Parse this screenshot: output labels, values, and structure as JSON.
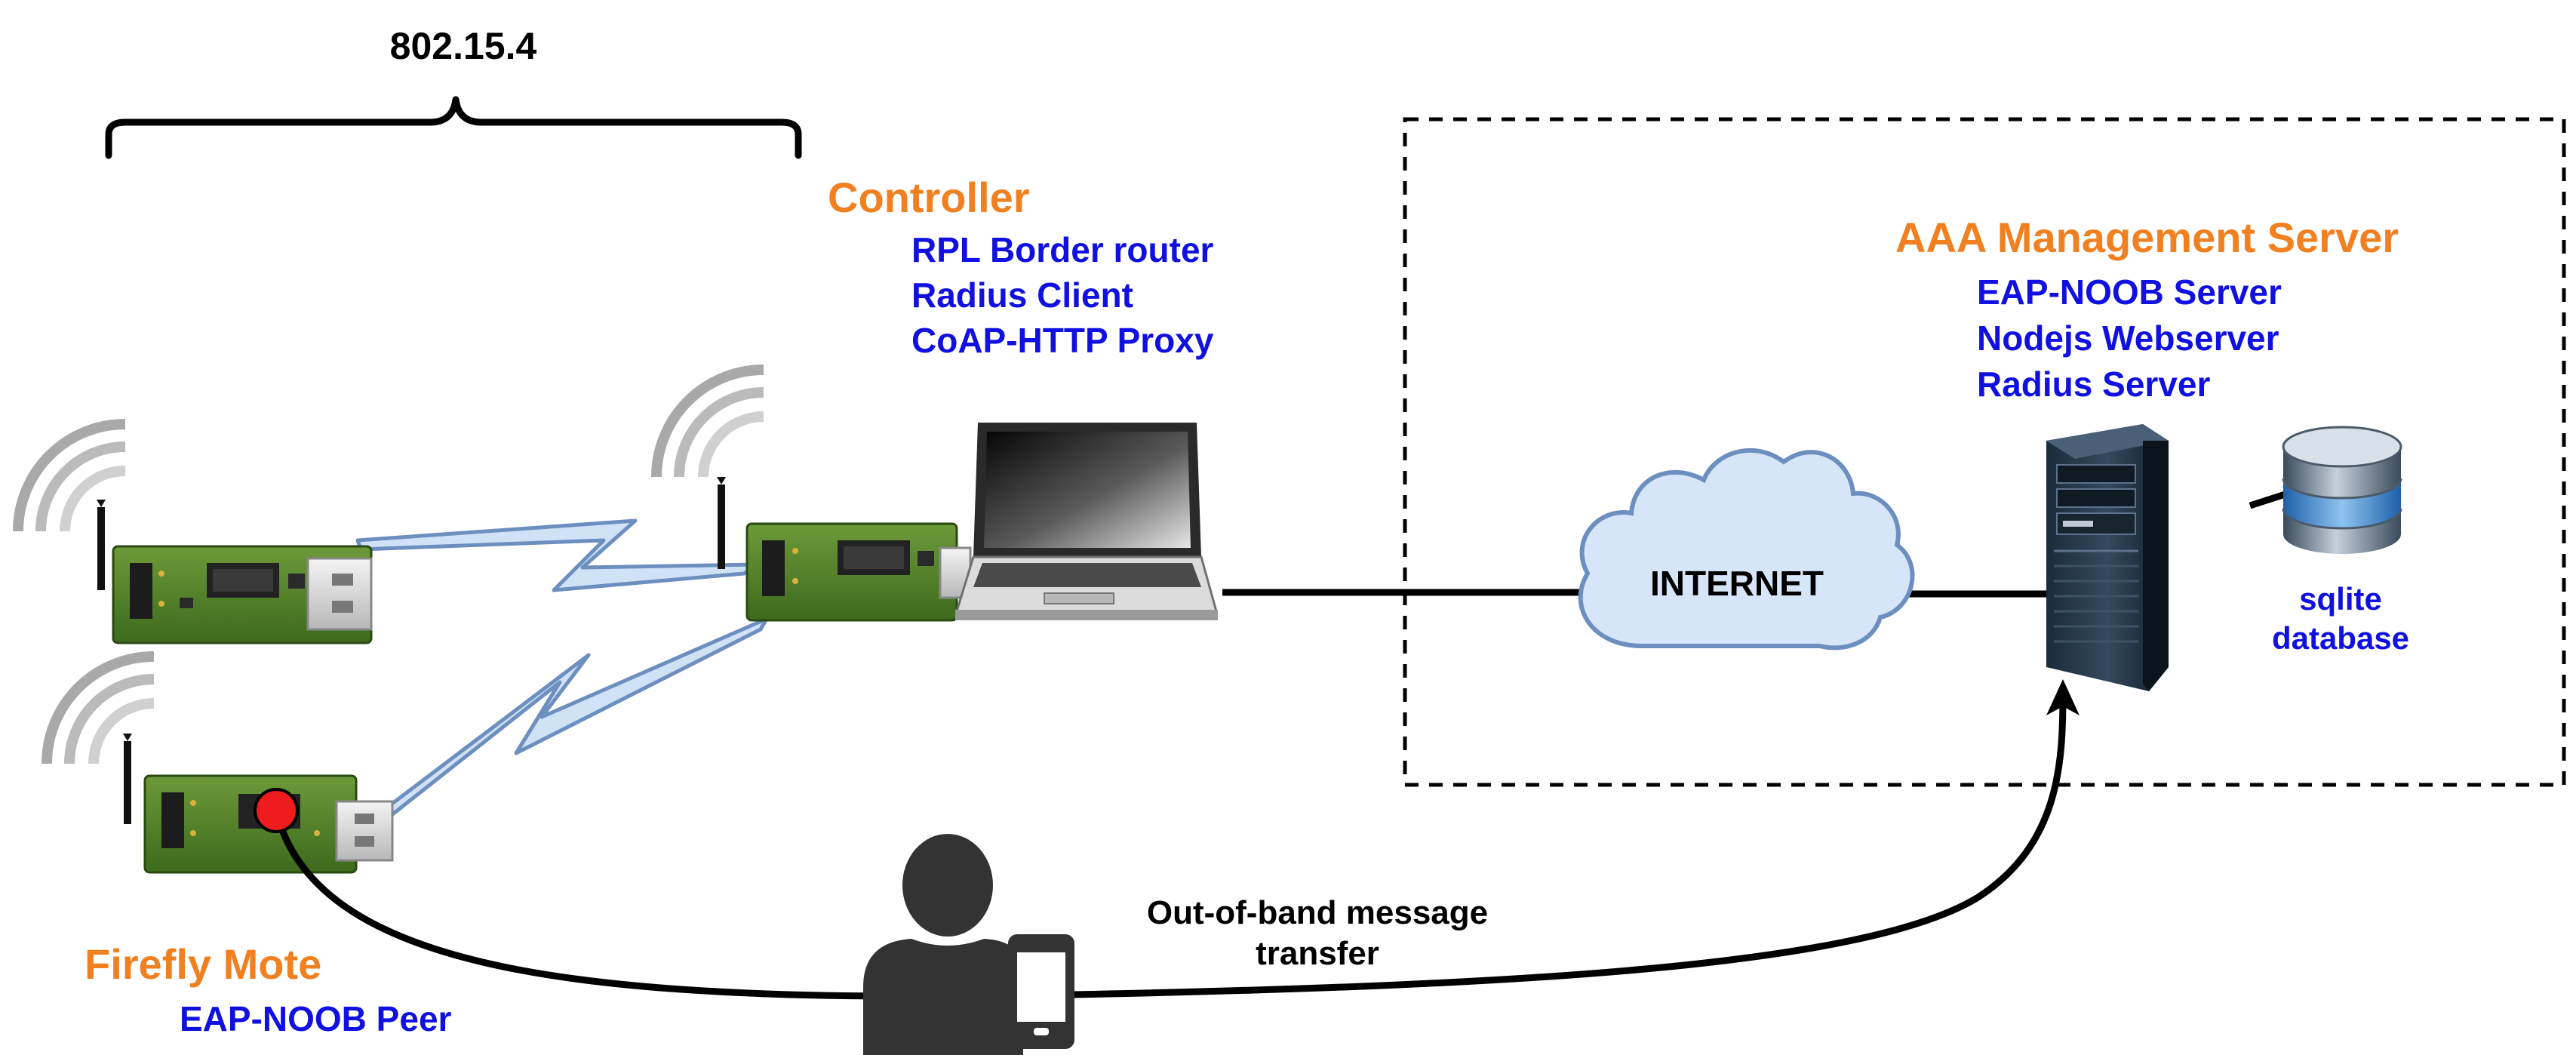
{
  "title_802": "802.15.4",
  "controller": {
    "title": "Controller",
    "lines": [
      "RPL Border router",
      "Radius Client",
      "CoAP-HTTP Proxy"
    ]
  },
  "server": {
    "title": "AAA Management Server",
    "lines": [
      "EAP-NOOB Server",
      "Nodejs Webserver",
      "Radius Server"
    ]
  },
  "database": {
    "line1": "sqlite",
    "line2": "database"
  },
  "internet": "INTERNET",
  "mote": {
    "title": "Firefly Mote",
    "subtitle": "EAP-NOOB Peer"
  },
  "oob": {
    "line1": "Out-of-band message",
    "line2": "transfer"
  },
  "colors": {
    "orange": "#f08020",
    "blue": "#1010e0",
    "black": "#000000",
    "pcb": "#4a7a26",
    "cloud_fill": "#d6e6f8",
    "cloud_stroke": "#6d8fc0",
    "bolt_fill": "#cfe2f6",
    "bolt_stroke": "#6d8fc0",
    "led": "#ee1c1c"
  }
}
